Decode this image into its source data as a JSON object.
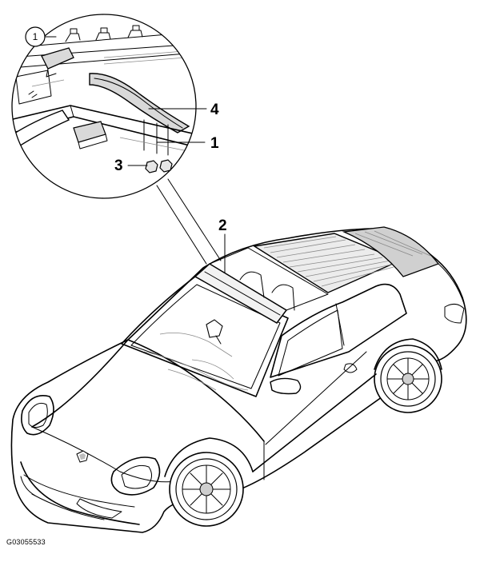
{
  "callouts": {
    "circled_one": "1",
    "label_4": "4",
    "label_1": "1",
    "label_3": "3",
    "label_2": "2"
  },
  "figure_code": "G03055533",
  "colors": {
    "line": "#000000",
    "detail_fill": "#d9d9d9",
    "background": "#ffffff"
  }
}
